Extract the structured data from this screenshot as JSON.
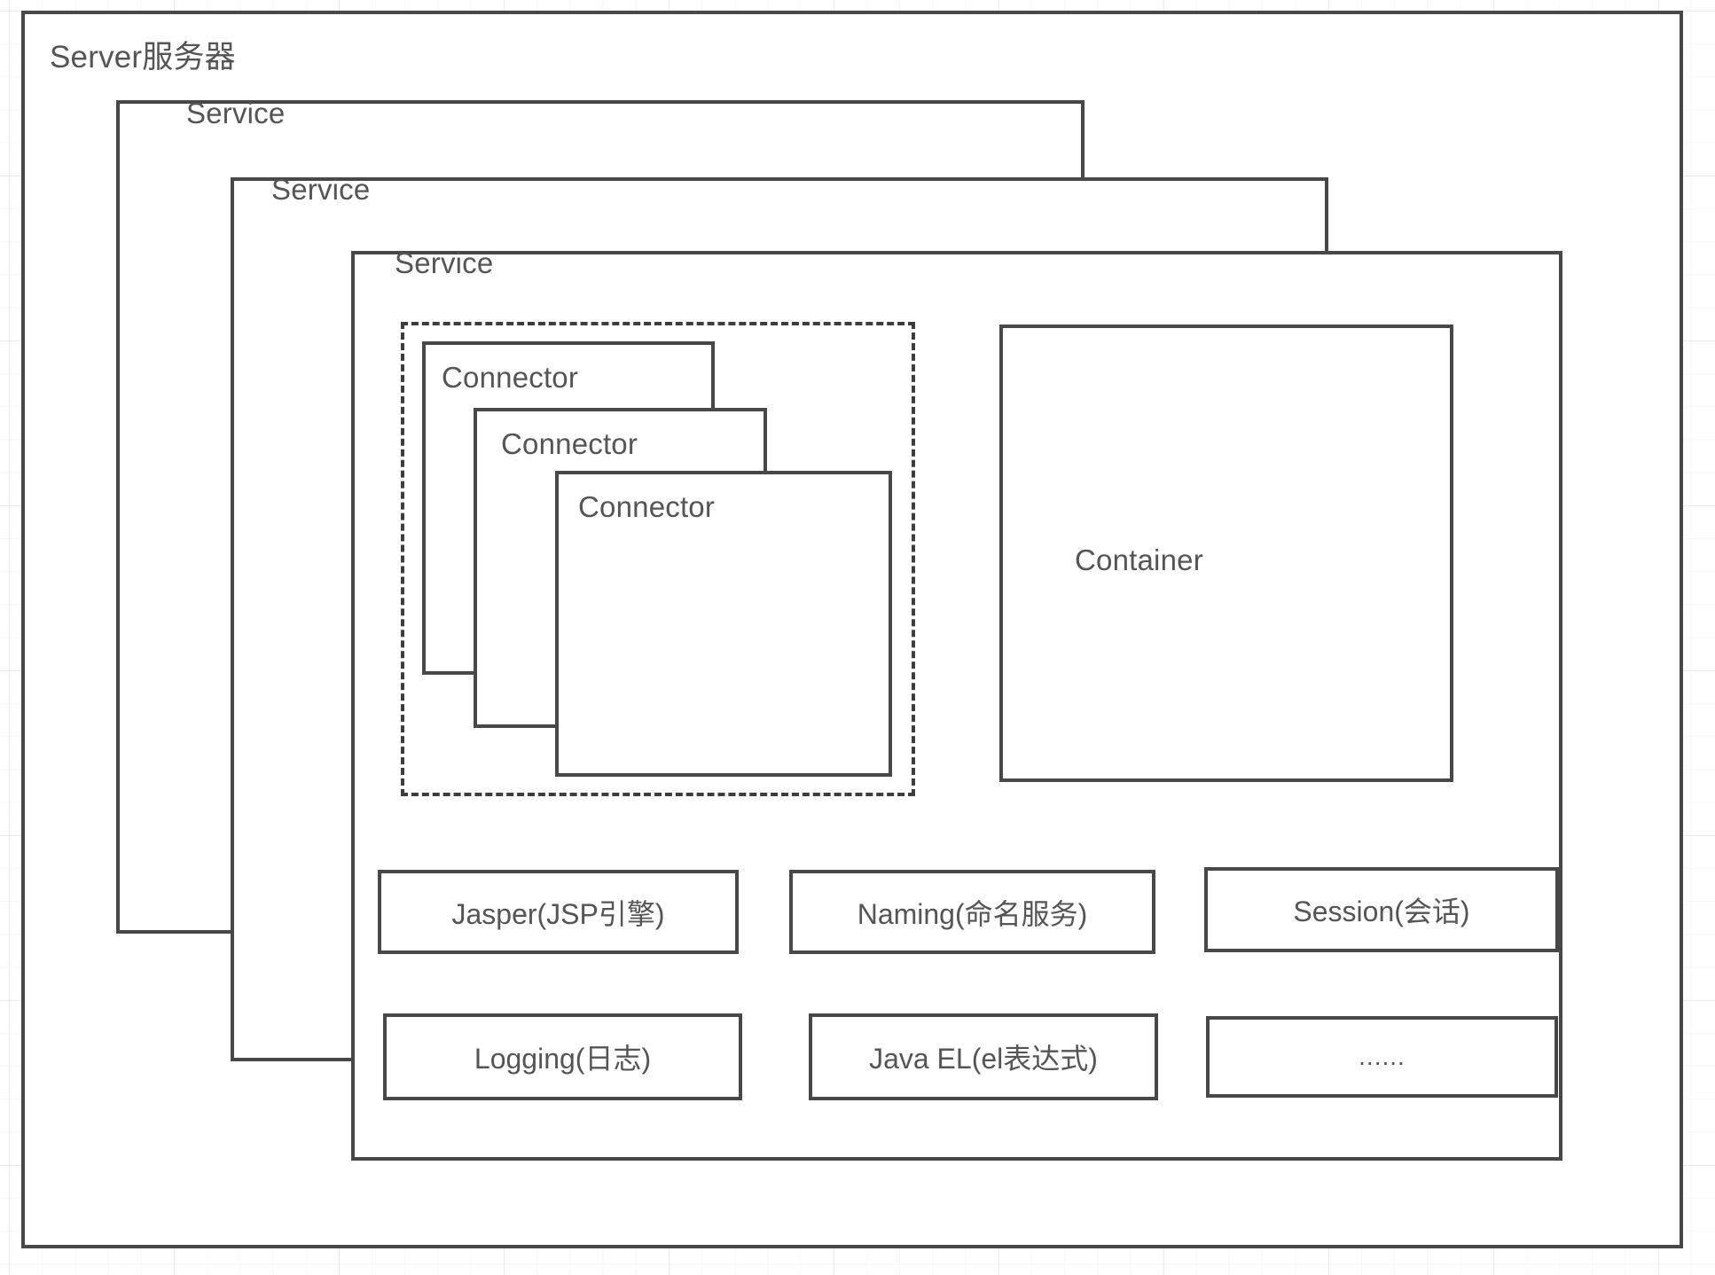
{
  "diagram": {
    "title": "Server服务器",
    "server": {
      "label": "Server服务器"
    },
    "services": [
      {
        "label": "Service"
      },
      {
        "label": "Service"
      },
      {
        "label": "Service"
      }
    ],
    "connector_group": {
      "label": ""
    },
    "connectors": [
      {
        "label": "Connector"
      },
      {
        "label": "Connector"
      },
      {
        "label": "Connector"
      }
    ],
    "container": {
      "label": "Container"
    },
    "components": [
      {
        "label": "Jasper(JSP引擎)"
      },
      {
        "label": "Naming(命名服务)"
      },
      {
        "label": "Session(会话)"
      },
      {
        "label": "Logging(日志)"
      },
      {
        "label": "Java EL(el表达式)"
      },
      {
        "label": "......"
      }
    ],
    "colors": {
      "stroke": "#484848",
      "text": "#555555",
      "background": "#ffffff",
      "grid": "#e8e8e8"
    }
  }
}
